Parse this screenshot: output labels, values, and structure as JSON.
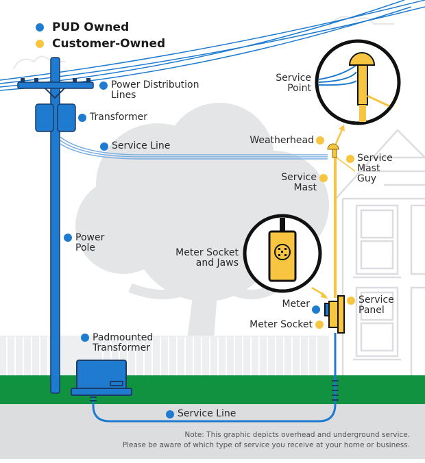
{
  "legend": {
    "pud": {
      "label": "PUD Owned",
      "color": "#1e7bd0"
    },
    "customer": {
      "label": "Customer-Owned",
      "color": "#f7c540"
    }
  },
  "labels": {
    "power_distribution_lines": "Power Distribution\nLines",
    "transformer": "Transformer",
    "service_line_overhead": "Service Line",
    "power_pole": "Power\nPole",
    "padmounted_transformer": "Padmounted\nTransformer",
    "service_line_underground": "Service Line",
    "service_point": "Service\nPoint",
    "weatherhead": "Weatherhead",
    "service_mast": "Service\nMast",
    "service_mast_guy": "Service\nMast\nGuy",
    "meter_socket_and_jaws": "Meter Socket\nand Jaws",
    "meter": "Meter",
    "meter_socket": "Meter Socket",
    "service_panel": "Service\nPanel"
  },
  "note": {
    "line1": "Note: This graphic depicts overhead and underground service.",
    "line2": "Please be aware of which type of service you receive at your home or business."
  },
  "colors": {
    "pud_blue": "#1e7bd0",
    "customer_yellow": "#f7c540",
    "grass": "#109240",
    "ground": "#dcdddf",
    "scenery_gray": "#e4e5e7"
  }
}
